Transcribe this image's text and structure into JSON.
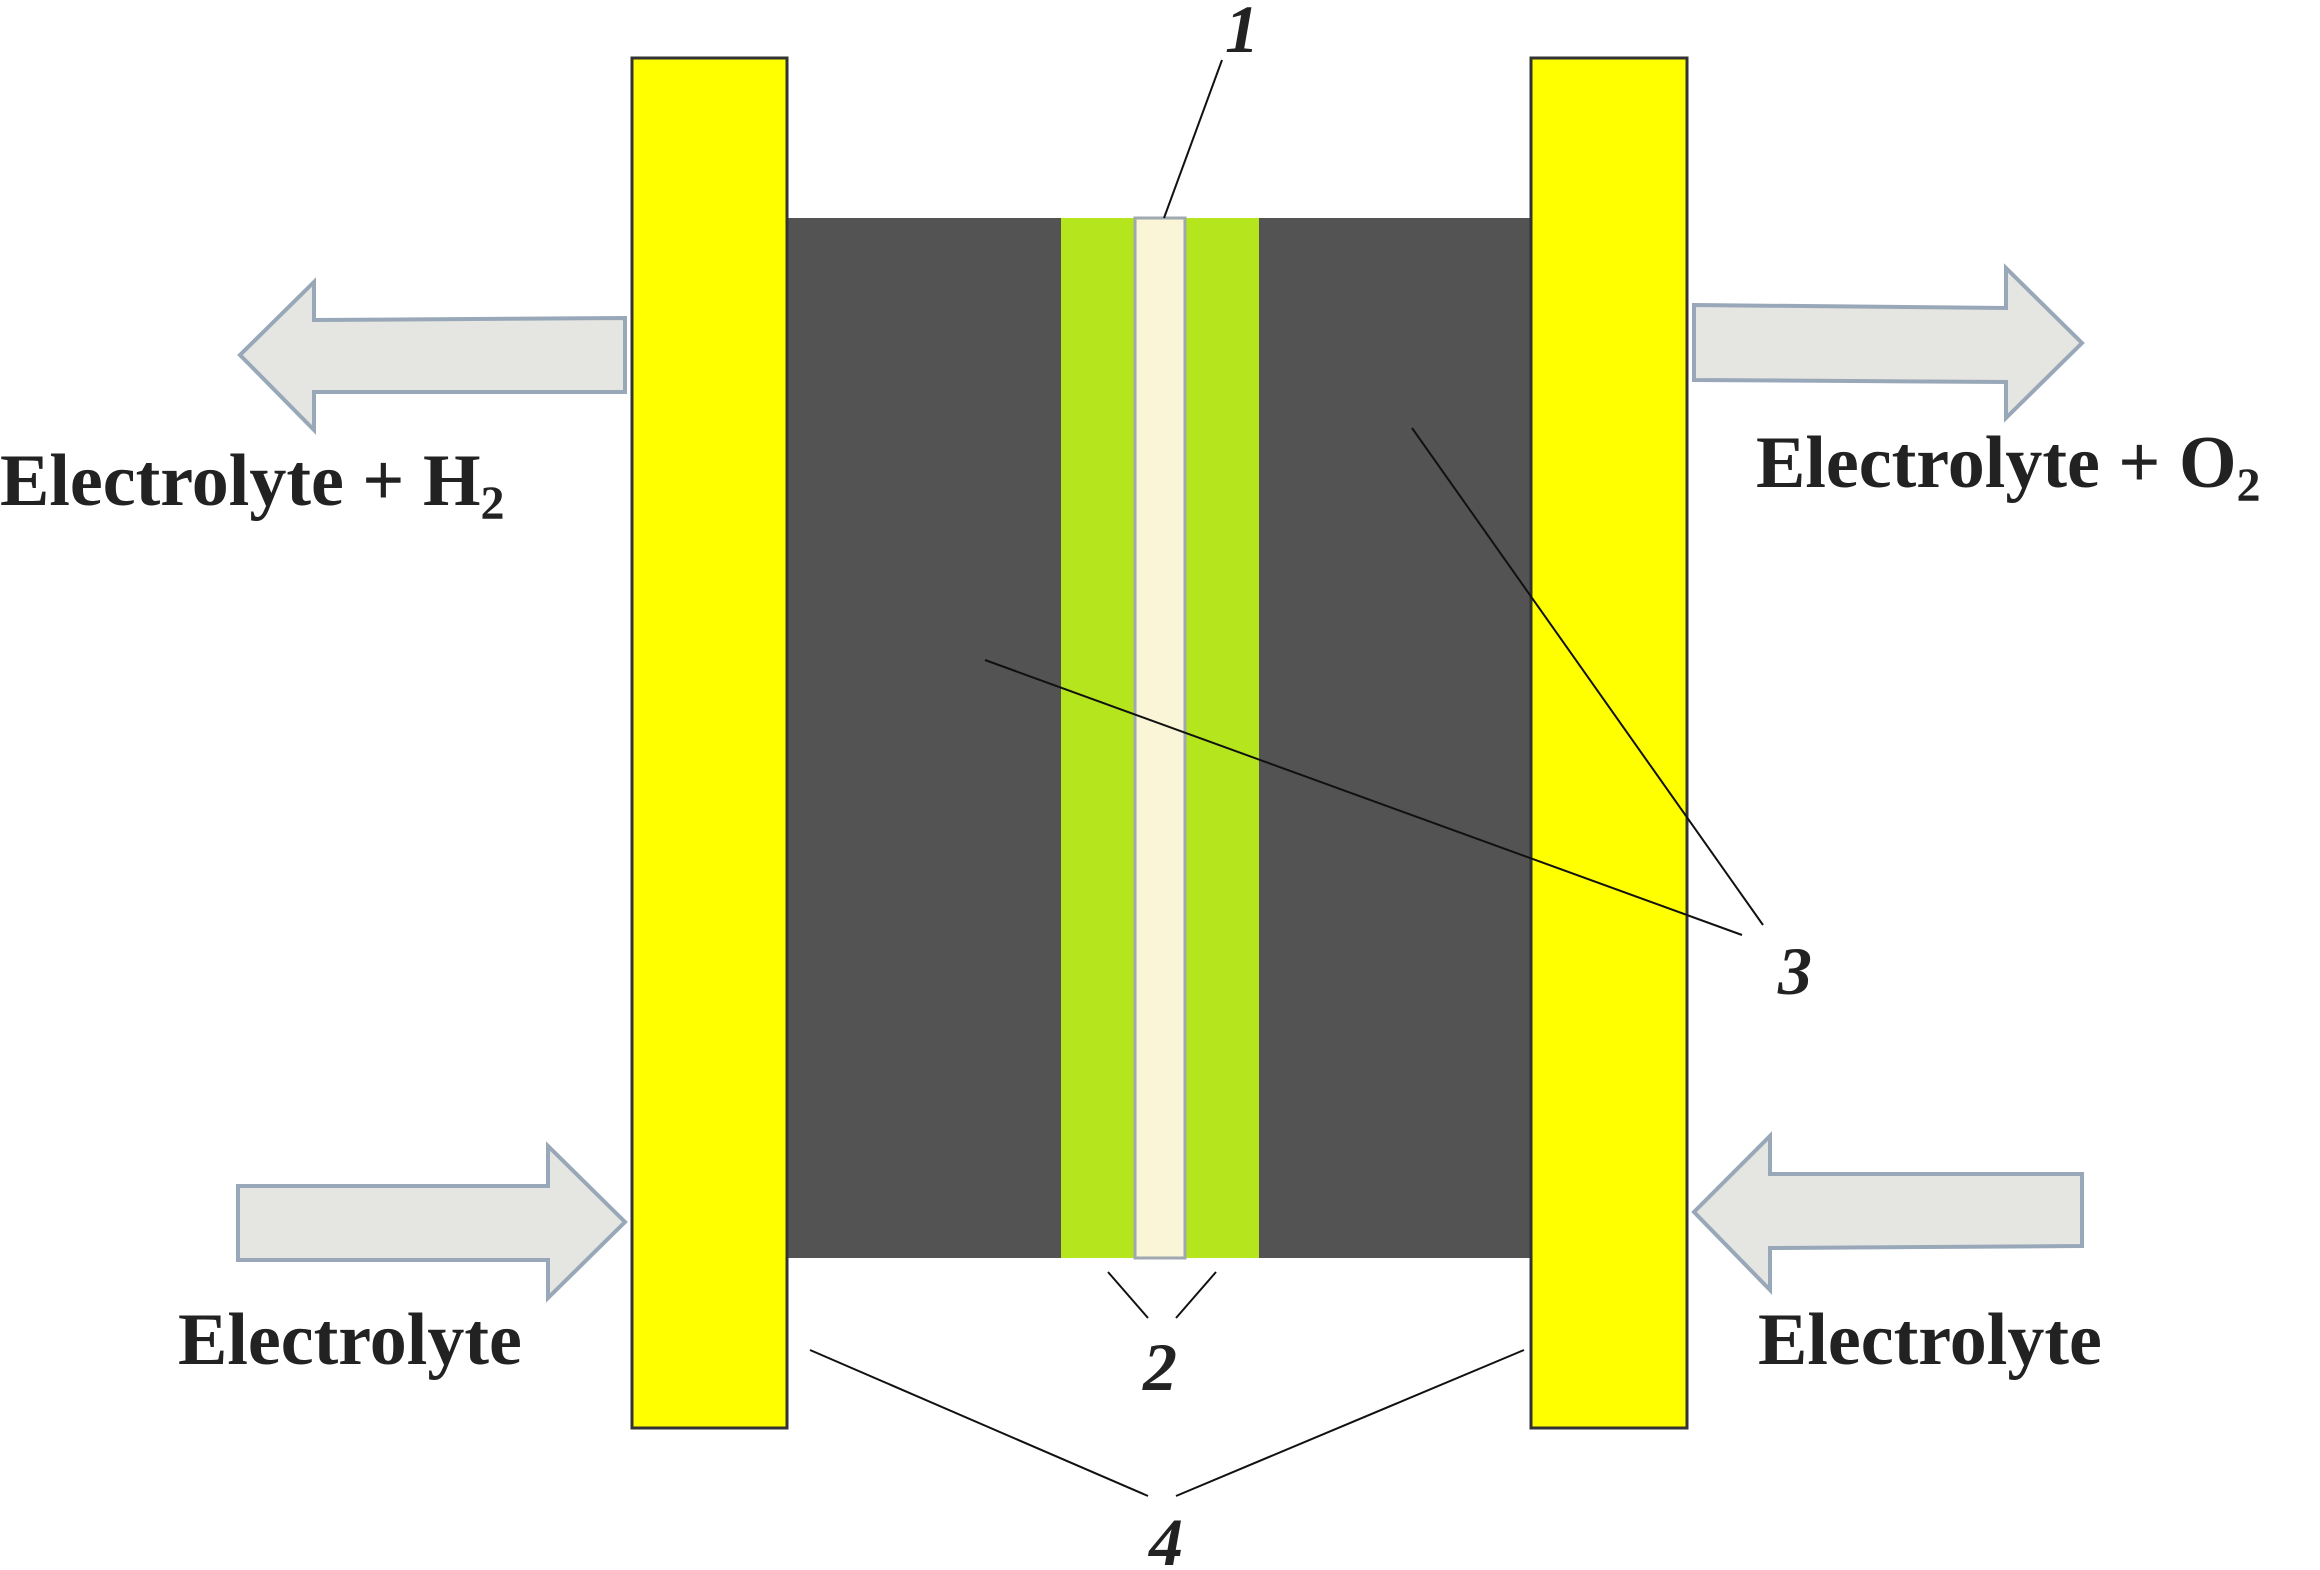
{
  "flows": {
    "top_left": {
      "text": "Electrolyte + H",
      "subscript": "2",
      "direction": "out-left"
    },
    "top_right": {
      "text": "Electrolyte + O",
      "subscript": "2",
      "direction": "out-right"
    },
    "bottom_left": {
      "text": "Electrolyte",
      "direction": "in-right"
    },
    "bottom_right": {
      "text": "Electrolyte",
      "direction": "in-left"
    }
  },
  "callouts": {
    "one": "1",
    "two": "2",
    "three": "3",
    "four": "4"
  },
  "colors": {
    "end_plate": "#ffff00",
    "electrode": "#535353",
    "catalyst_layer": "#b5e61d",
    "membrane": "#faf5d6",
    "arrow_fill": "#e5e5e1",
    "arrow_stroke": "#98a8b8",
    "text": "#222222"
  }
}
